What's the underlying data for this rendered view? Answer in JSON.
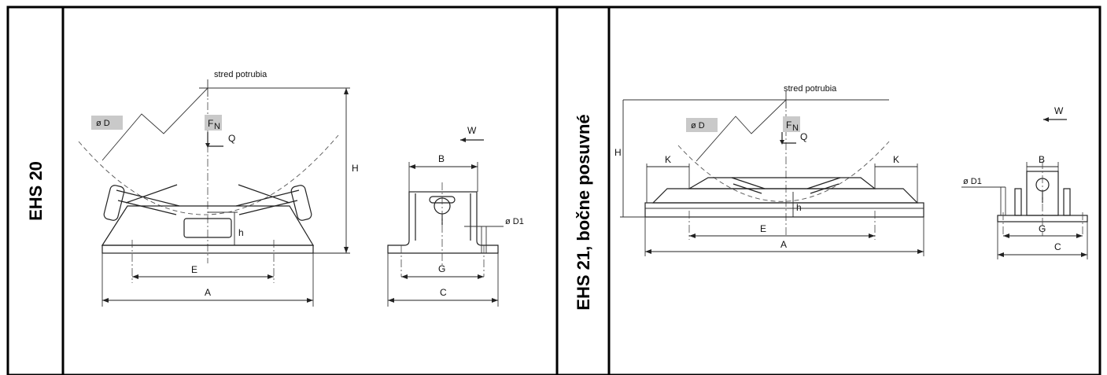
{
  "panels": [
    {
      "title": "EHS 20",
      "center_label": "stred potrubia",
      "labels": {
        "dia_D": "ø D",
        "F": "F",
        "F_sub": "N",
        "Q": "Q",
        "W": "W",
        "H": "H",
        "h": "h",
        "E": "E",
        "A": "A",
        "B": "B",
        "G": "G",
        "C": "C",
        "dia_D1": "ø D1"
      }
    },
    {
      "title": "EHS 21, bočne posuvné",
      "center_label": "stred potrubia",
      "labels": {
        "dia_D": "ø D",
        "F": "F",
        "F_sub": "N",
        "Q": "Q",
        "W": "W",
        "H": "H",
        "h": "h",
        "K_left": "K",
        "K_right": "K",
        "E": "E",
        "A": "A",
        "B": "B",
        "G": "G",
        "C": "C",
        "dia_D1": "ø D1"
      }
    }
  ]
}
